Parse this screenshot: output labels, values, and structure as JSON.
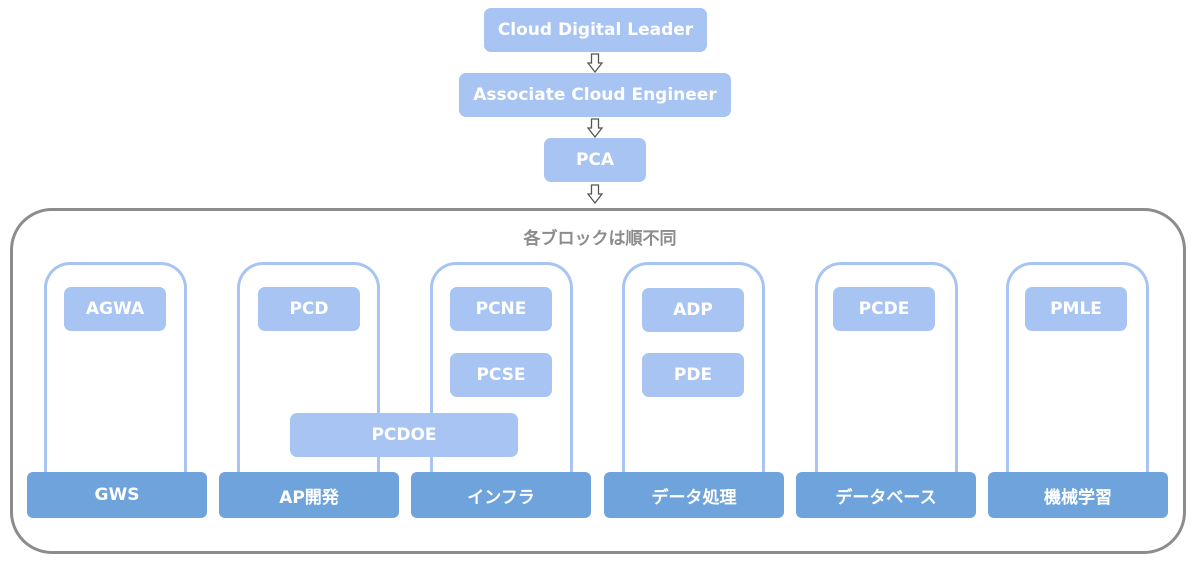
{
  "top_chain": {
    "cdl": "Cloud Digital Leader",
    "ace": "Associate Cloud Engineer",
    "pca": "PCA"
  },
  "group": {
    "title": "各ブロックは順不同"
  },
  "categories": {
    "gws": "GWS",
    "ap": "AP開発",
    "infra": "インフラ",
    "data": "データ処理",
    "db": "データベース",
    "ml": "機械学習"
  },
  "certs": {
    "agwa": "AGWA",
    "pcd": "PCD",
    "pcne": "PCNE",
    "pcse": "PCSE",
    "pcdoe": "PCDOE",
    "adp": "ADP",
    "pde": "PDE",
    "pcde": "PCDE",
    "pmle": "PMLE"
  },
  "colors": {
    "node": "#a8c4f2",
    "base": "#6fa3dc",
    "outline": "#8c8c8c"
  }
}
